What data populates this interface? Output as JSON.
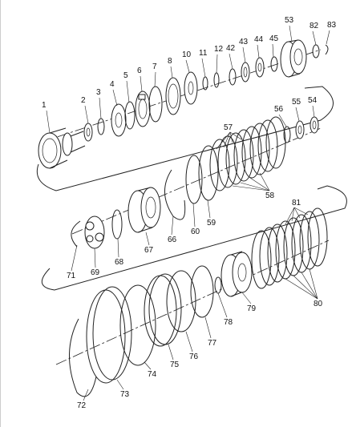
{
  "colors": {
    "line": "#222222",
    "background": "#ffffff"
  },
  "labels": [
    "1",
    "2",
    "3",
    "4",
    "5",
    "6",
    "7",
    "8",
    "10",
    "11",
    "12",
    "42",
    "43",
    "44",
    "45",
    "53",
    "82",
    "83",
    "56",
    "55",
    "54",
    "57",
    "58",
    "59",
    "60",
    "66",
    "67",
    "68",
    "69",
    "71",
    "81",
    "80",
    "79",
    "78",
    "77",
    "76",
    "75",
    "74",
    "73",
    "72"
  ]
}
